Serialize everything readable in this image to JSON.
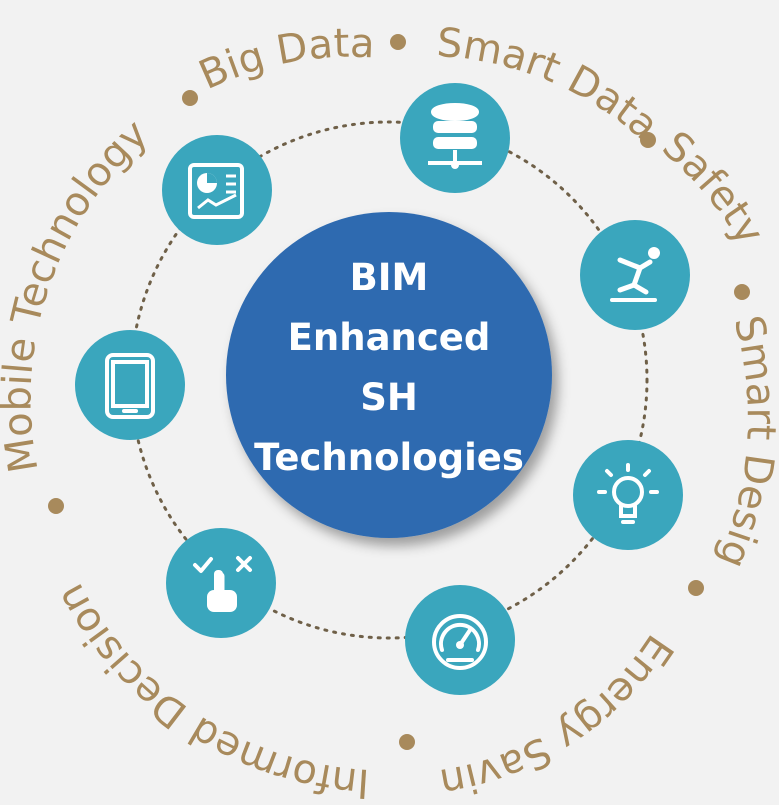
{
  "hub": {
    "lines": [
      "BIM",
      "Enhanced",
      "SH",
      "Technologies"
    ],
    "fill": "#2f6bb0"
  },
  "outer_ring": {
    "labels": [
      "Big Data",
      "Smart Data",
      "Safety",
      "Smart Design",
      "Energy Saving",
      "Informed Decision",
      "Mobile Technology"
    ],
    "text_color": "#a88a5c",
    "dot_color": "#a88a5c"
  },
  "nodes": [
    {
      "icon": "database-network-icon"
    },
    {
      "icon": "falling-person-icon"
    },
    {
      "icon": "lightbulb-icon"
    },
    {
      "icon": "speedometer-icon"
    },
    {
      "icon": "touch-select-icon"
    },
    {
      "icon": "tablet-icon"
    },
    {
      "icon": "analytics-dashboard-icon"
    }
  ],
  "colors": {
    "node_fill": "#3aa6bd",
    "connector": "#6f6048",
    "background": "#f2f2f2"
  }
}
